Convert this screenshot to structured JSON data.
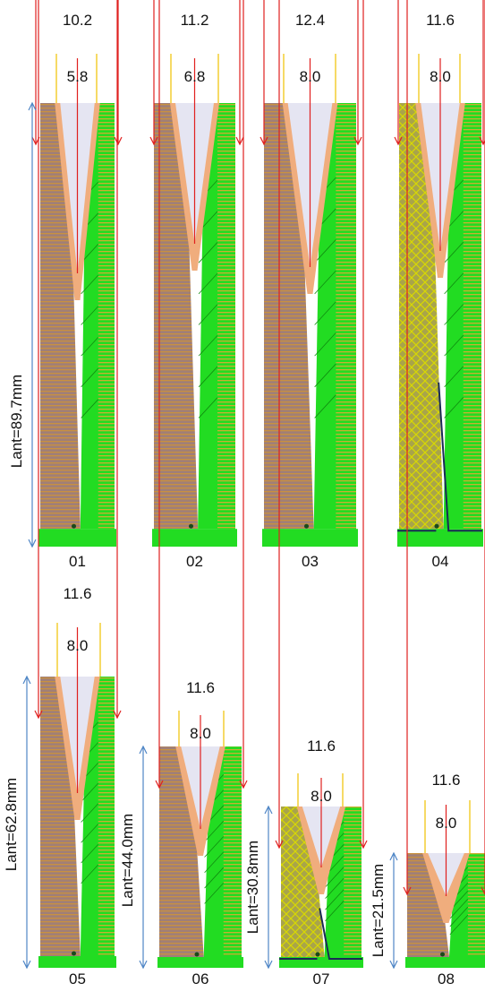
{
  "colors": {
    "brown": "#a07f78",
    "brown_stripe": "#c9913f",
    "green": "#22dc22",
    "green_dark": "#0f8c0f",
    "orange": "#f0ad7d",
    "cavity": "#e5e5f2",
    "red": "#e0201f",
    "gold": "#f0c000",
    "blue": "#4f86c6",
    "navy": "#1a2a55",
    "hatch_yellow": "#c8c800"
  },
  "panels": [
    {
      "id": "01",
      "outer": "10.2",
      "inner": "5.8",
      "lant": "Lant=89.7mm"
    },
    {
      "id": "02",
      "outer": "11.2",
      "inner": "6.8",
      "lant": ""
    },
    {
      "id": "03",
      "outer": "12.4",
      "inner": "8.0",
      "lant": ""
    },
    {
      "id": "04",
      "outer": "11.6",
      "inner": "8.0",
      "lant": ""
    },
    {
      "id": "05",
      "outer": "11.6",
      "inner": "8.0",
      "lant": "Lant=62.8mm"
    },
    {
      "id": "06",
      "outer": "11.6",
      "inner": "8.0",
      "lant": "Lant=44.0mm"
    },
    {
      "id": "07",
      "outer": "11.6",
      "inner": "8.0",
      "lant": "Lant=30.8mm"
    },
    {
      "id": "08",
      "outer": "11.6",
      "inner": "8.0",
      "lant": "Lant=21.5mm"
    }
  ]
}
